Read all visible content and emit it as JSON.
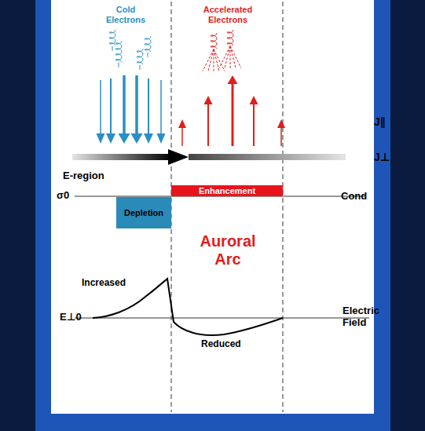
{
  "diagram": {
    "nodes": [
      {
        "text": [
          "Enhancement"
        ]
      },
      {
        "text": [
          "Depletion"
        ]
      }
    ],
    "labels": [
      "Cold Electrons",
      "Accelerated Electrons",
      "J∥",
      "J⊥",
      "E-region",
      "σ0",
      "Cond",
      "Auroral Arc",
      "Increased",
      "E⊥0",
      "Electric Field",
      "Reduced"
    ]
  }
}
